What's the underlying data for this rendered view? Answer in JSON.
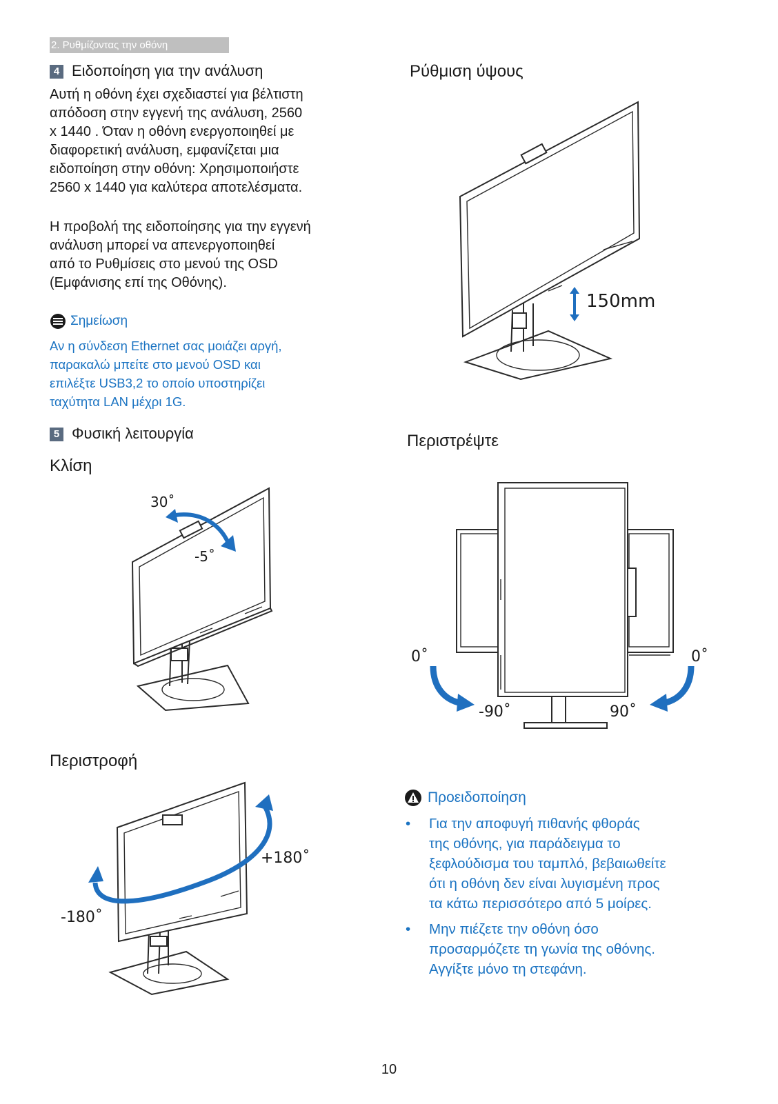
{
  "header": {
    "section_label": "2. Ρυθμίζοντας την οθόνη"
  },
  "section4": {
    "number": "4",
    "title": "Ειδοποίηση για την ανάλυση",
    "paragraph1_lines": [
      "Αυτή η οθόνη έχει σχεδιαστεί για βέλτιστη",
      "απόδοση στην εγγενή της ανάλυση, 2560",
      "x 1440 . Όταν η οθόνη ενεργοποιηθεί με",
      "διαφορετική ανάλυση, εμφανίζεται μια",
      "ειδοποίηση στην οθόνη: Χρησιμοποιήστε",
      "2560 x 1440 για καλύτερα αποτελέσματα."
    ],
    "paragraph2_lines": [
      "Η προβολή της ειδοποίησης για την εγγενή",
      "ανάλυση μπορεί να απενεργοποιηθεί",
      "από το Ρυθμίσεις στο μενού της OSD",
      "(Εμφάνισης επί της Οθόνης)."
    ]
  },
  "note": {
    "label": "Σημείωση",
    "lines": [
      "Αν η σύνδεση Ethernet σας μοιάζει αργή,",
      "παρακαλώ μπείτε στο μενού OSD και",
      "επιλέξτε USB3,2 το οποίο υποστηρίζει",
      "ταχύτητα LAN μέχρι 1G."
    ]
  },
  "section5": {
    "number": "5",
    "title": "Φυσική λειτουργία"
  },
  "tilt": {
    "label": "Κλίση",
    "angle_up": "30˚",
    "angle_down": "-5˚"
  },
  "swivel": {
    "label": "Περιστροφή",
    "angle_pos": "+180˚",
    "angle_neg": "-180˚"
  },
  "height": {
    "label": "Ρύθμιση ύψους",
    "value": "150mm"
  },
  "pivot": {
    "label": "Περιστρέψτε",
    "left_zero": "0˚",
    "right_zero": "0˚",
    "left_angle": "-90˚",
    "right_angle": "90˚"
  },
  "warning": {
    "label": "Προειδοποίηση",
    "bullet_symbol": "•",
    "items": [
      [
        "Για την αποφυγή πιθανής φθοράς",
        "της οθόνης, για παράδειγμα το",
        "ξεφλούδισμα του ταμπλό, βεβαιωθείτε",
        "ότι η οθόνη δεν είναι λυγισμένη προς",
        "τα κάτω περισσότερο από 5 μοίρες."
      ],
      [
        "Μην πιέζετε την οθόνη όσο",
        "προσαρμόζετε τη γωνία της οθόνης.",
        "Αγγίξτε μόνο τη στεφάνη."
      ]
    ]
  },
  "footer": {
    "page_number": "10"
  },
  "colors": {
    "accent_blue": "#1a73c2",
    "arrow_blue": "#1f6fbf",
    "tab_gray": "#bfbfbf",
    "number_box": "#5a6b80"
  }
}
